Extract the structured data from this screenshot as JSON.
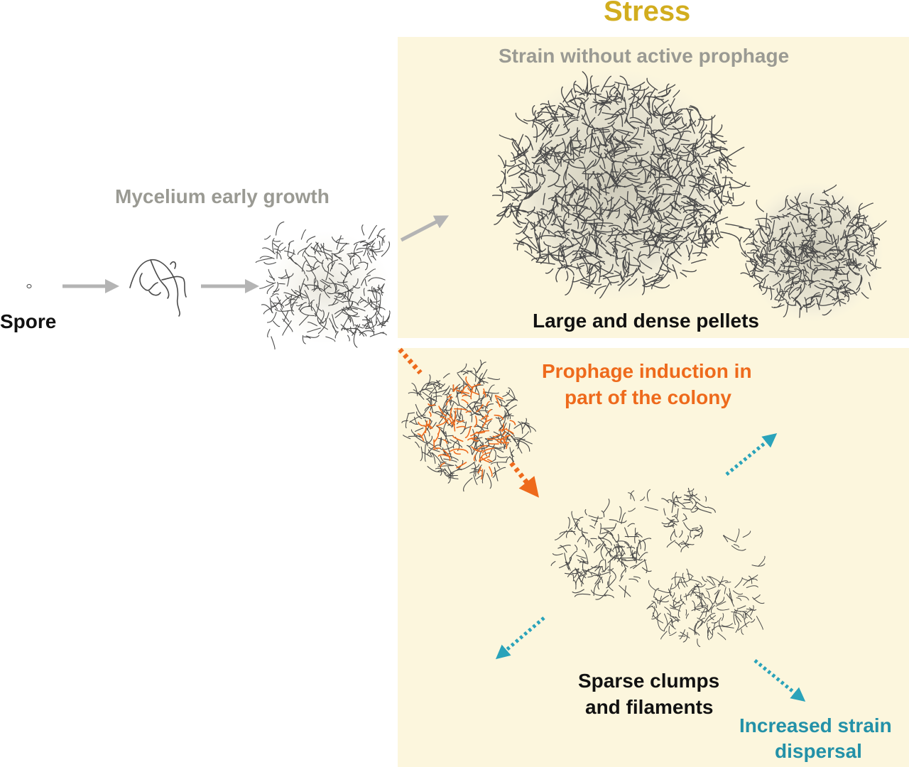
{
  "title": "Stress",
  "colors": {
    "title": "#d2ad1e",
    "gray_text": "#9a9a93",
    "black_text": "#111111",
    "orange": "#ee6a1c",
    "teal": "#2aa3ba",
    "teal_text": "#2391a8",
    "panel": "#fcf6dd",
    "hyphae": "#4a4a4a",
    "arrow_gray": "#b4b4b4"
  },
  "left": {
    "growth_label": "Mycelium early growth",
    "spore_label": "Spore"
  },
  "top_panel": {
    "heading": "Strain without active prophage",
    "caption": "Large and dense pellets"
  },
  "bottom_panel": {
    "heading_line1": "Prophage induction in",
    "heading_line2": "part of the colony",
    "caption_line1": "Sparse clumps",
    "caption_line2": "and filaments",
    "dispersal_line1": "Increased strain",
    "dispersal_line2": "dispersal"
  }
}
